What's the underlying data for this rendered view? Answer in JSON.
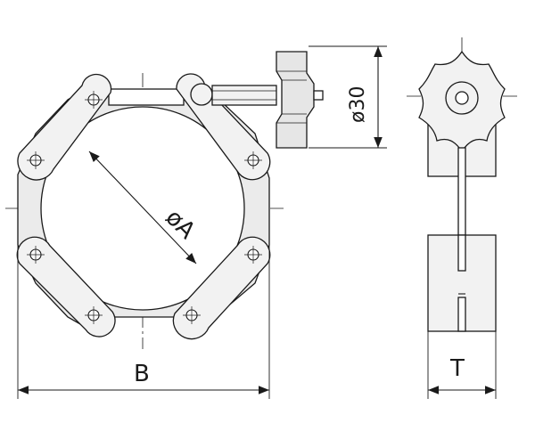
{
  "drawing": {
    "labels": {
      "diameter_a": "øA",
      "diameter_30": "ø30",
      "width_b": "B",
      "thickness_t": "T"
    }
  }
}
